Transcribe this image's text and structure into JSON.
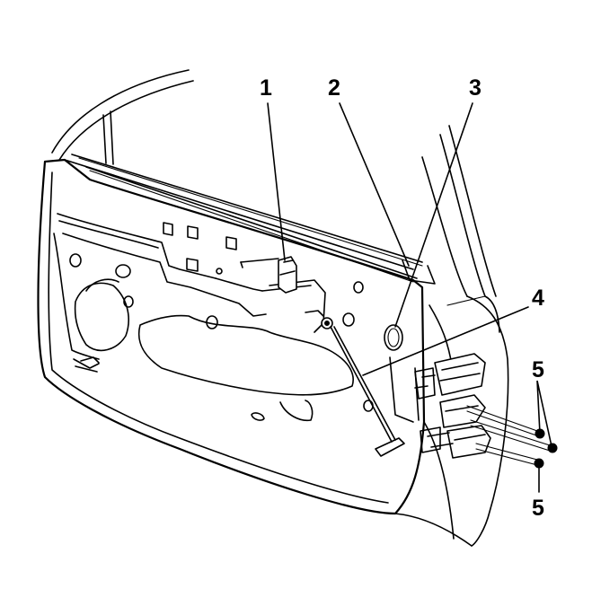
{
  "callouts": {
    "c1": "1",
    "c2": "2",
    "c3": "3",
    "c4": "4",
    "c5a": "5",
    "c5b": "5"
  },
  "colors": {
    "line": "#000000",
    "background": "#ffffff"
  }
}
